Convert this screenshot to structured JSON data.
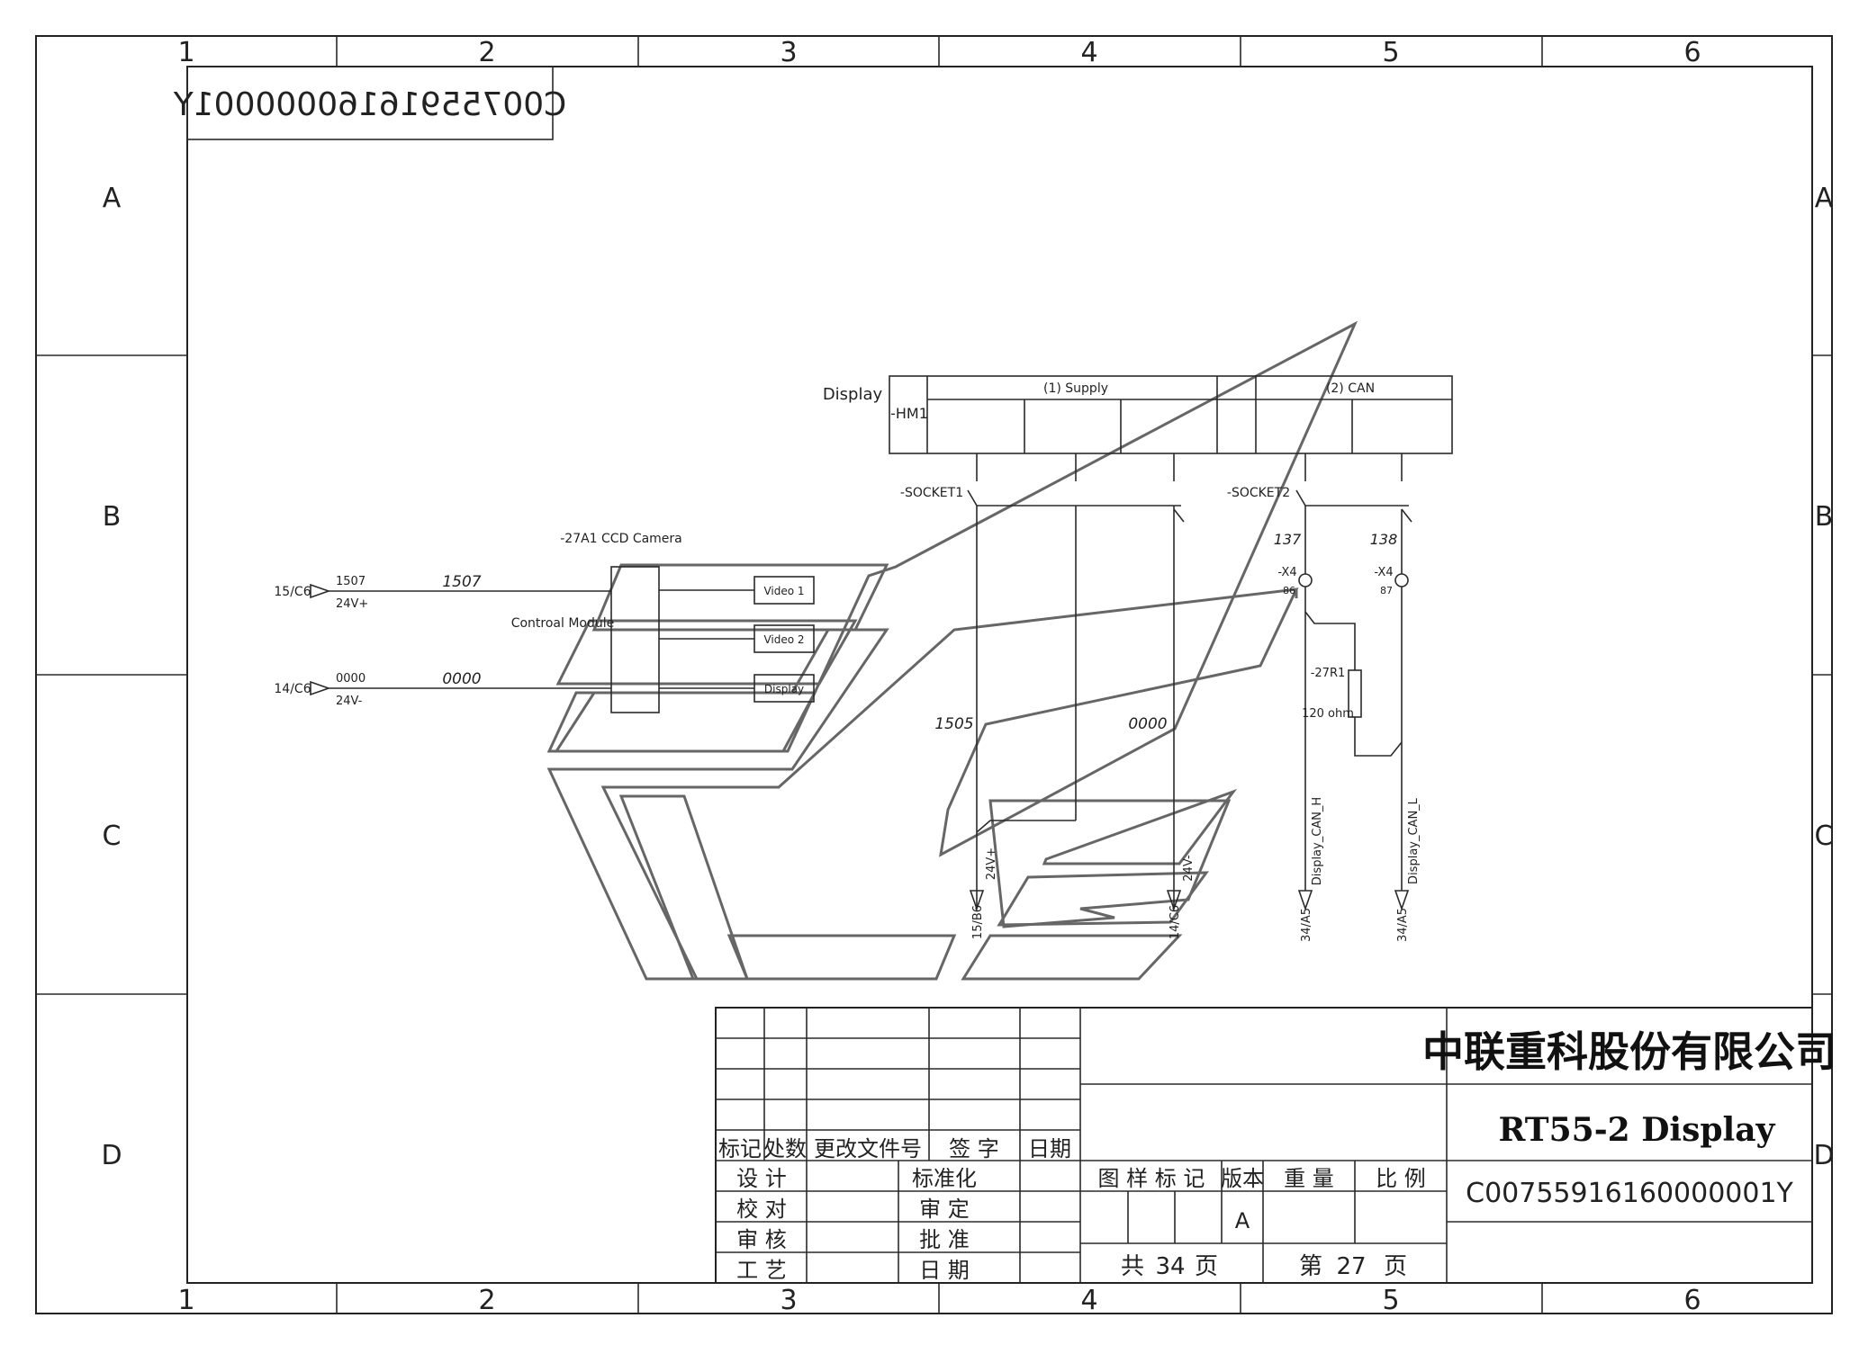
{
  "frame": {
    "columns": [
      "1",
      "2",
      "3",
      "4",
      "5",
      "6"
    ],
    "rows": [
      "A",
      "B",
      "C",
      "D"
    ]
  },
  "drawing_code_mirrored": "C00755916160000001Y",
  "display": {
    "label": "Display",
    "tag": "-HM1",
    "group1": "(1)  Supply",
    "group2": "(2)  CAN",
    "socket1": "-SOCKET1",
    "socket2": "-SOCKET2"
  },
  "camera": {
    "title": "-27A1 CCD Camera",
    "module_label": "Controal Module",
    "port1": "Video 1",
    "port2": "Video 2",
    "port3": "Display"
  },
  "inputs": {
    "in1_ref": "15/C6",
    "in1_wire": "1507",
    "in1_signal": "24V+",
    "in1_wire_label": "1507",
    "in2_ref": "14/C6",
    "in2_wire": "0000",
    "in2_signal": "24V-",
    "in2_wire_label": "0000"
  },
  "supply_wires": {
    "w1": "1505",
    "w2": "0000",
    "out1_signal": "24V+",
    "out1_ref": "15/B6",
    "out2_signal": "24V-",
    "out2_ref": "14/C6"
  },
  "can": {
    "wire1": "137",
    "wire2": "138",
    "term1_tag": "-X4",
    "term1_pin": "86",
    "term2_tag": "-X4",
    "term2_pin": "87",
    "resistor_tag": "-27R1",
    "resistor_value": "120 ohm",
    "out1_signal": "Display_CAN_H",
    "out1_ref": "34/A5",
    "out2_signal": "Display_CAN_L",
    "out2_ref": "34/A5"
  },
  "title_block": {
    "company": "中联重科股份有限公司",
    "drawing_title": "RT55-2 Display",
    "drawing_number": "C00755916160000001Y",
    "header_mark": "标记",
    "header_count": "处数",
    "header_doc": "更改文件号",
    "header_sign": "签  字",
    "header_date": "日期",
    "design": "设  计",
    "check": "校  对",
    "review": "审  核",
    "process": "工  艺",
    "standard": "标准化",
    "audit": "审  定",
    "approve": "批  准",
    "date": "日  期",
    "pattern_mark": "图 样 标 记",
    "version_label": "版本",
    "weight_label": "重 量",
    "scale_label": "比 例",
    "version_value": "A",
    "total_label": "共",
    "total_pages": "34",
    "page_unit1": "页",
    "sheet_label": "第",
    "sheet_number": "27",
    "page_unit2": "页"
  }
}
